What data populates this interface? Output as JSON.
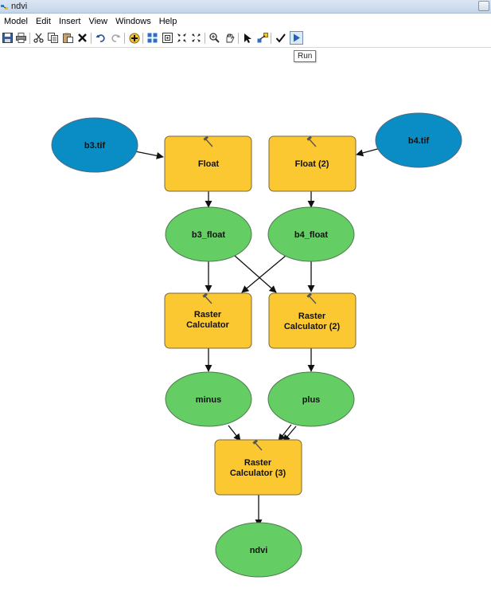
{
  "window": {
    "title": "ndvi"
  },
  "menu": {
    "items": [
      "Model",
      "Edit",
      "Insert",
      "View",
      "Windows",
      "Help"
    ]
  },
  "toolbar": {
    "tooltip": "Run",
    "icons": [
      "save-icon",
      "print-icon",
      "cut-icon",
      "copy-icon",
      "paste-icon",
      "delete-icon",
      "undo-icon",
      "redo-icon",
      "add-data-icon",
      "auto-layout-icon",
      "full-extent-icon",
      "fixed-zoom-in-icon",
      "fixed-zoom-out-icon",
      "zoom-in-icon",
      "pan-icon",
      "select-icon",
      "connect-icon",
      "validate-icon",
      "run-icon"
    ]
  },
  "colors": {
    "input_data": "#0a8cc4",
    "tool": "#fcc832",
    "derived_data": "#64cd64",
    "connector": "#111111"
  },
  "model": {
    "nodes": {
      "b3_tif": {
        "label": "b3.tif",
        "kind": "input"
      },
      "b4_tif": {
        "label": "b4.tif",
        "kind": "input"
      },
      "float1": {
        "label": "Float",
        "kind": "tool"
      },
      "float2": {
        "label": "Float (2)",
        "kind": "tool"
      },
      "b3_float": {
        "label": "b3_float",
        "kind": "derived"
      },
      "b4_float": {
        "label": "b4_float",
        "kind": "derived"
      },
      "rc1": {
        "label": [
          "Raster",
          "Calculator"
        ],
        "kind": "tool"
      },
      "rc2": {
        "label": [
          "Raster",
          "Calculator (2)"
        ],
        "kind": "tool"
      },
      "minus": {
        "label": "minus",
        "kind": "derived"
      },
      "plus": {
        "label": "plus",
        "kind": "derived"
      },
      "rc3": {
        "label": [
          "Raster",
          "Calculator (3)"
        ],
        "kind": "tool"
      },
      "ndvi": {
        "label": "ndvi",
        "kind": "derived"
      }
    }
  }
}
